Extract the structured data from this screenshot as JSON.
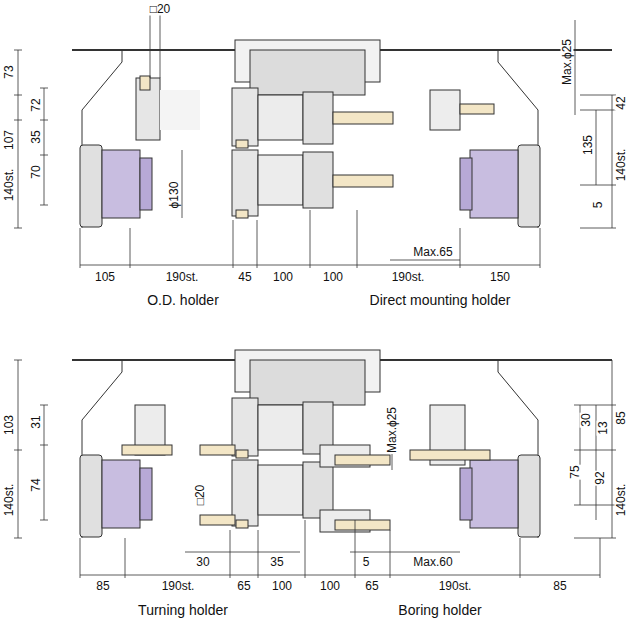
{
  "diagram": {
    "labels": [
      "□20",
      "73",
      "107",
      "72",
      "35",
      "70",
      "140st.",
      "ϕ130",
      "Max.ϕ25",
      "42",
      "135",
      "140st.",
      "5",
      "Max.65",
      "105",
      "190st.",
      "45",
      "100",
      "100",
      "190st.",
      "150",
      "O.D. holder",
      "Direct mounting holder",
      "103",
      "31",
      "74",
      "140st.",
      "□20",
      "Max.ϕ25",
      "30",
      "13",
      "85",
      "75",
      "92",
      "140st.",
      "30",
      "35",
      "5",
      "Max.60",
      "85",
      "190st.",
      "65",
      "100",
      "100",
      "65",
      "190st.",
      "85",
      "Turning holder",
      "Boring holder"
    ]
  }
}
